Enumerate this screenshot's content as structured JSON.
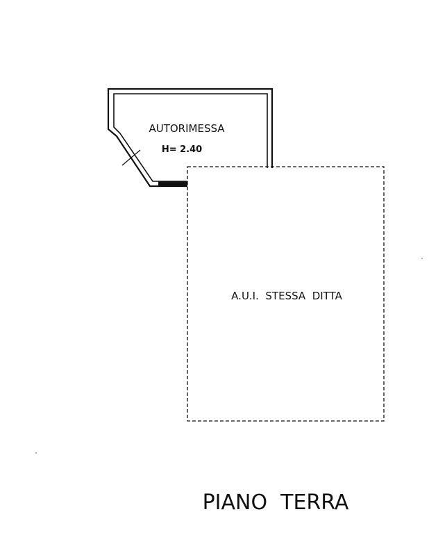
{
  "plan": {
    "garage": {
      "label": "AUTORIMESSA",
      "height_label": "H= 2.40"
    },
    "adjacent_unit": {
      "label": "A.U.I.  STESSA  DITTA"
    },
    "floor_title": "PIANO  TERRA"
  },
  "colors": {
    "ink": "#111111",
    "background": "#ffffff"
  }
}
